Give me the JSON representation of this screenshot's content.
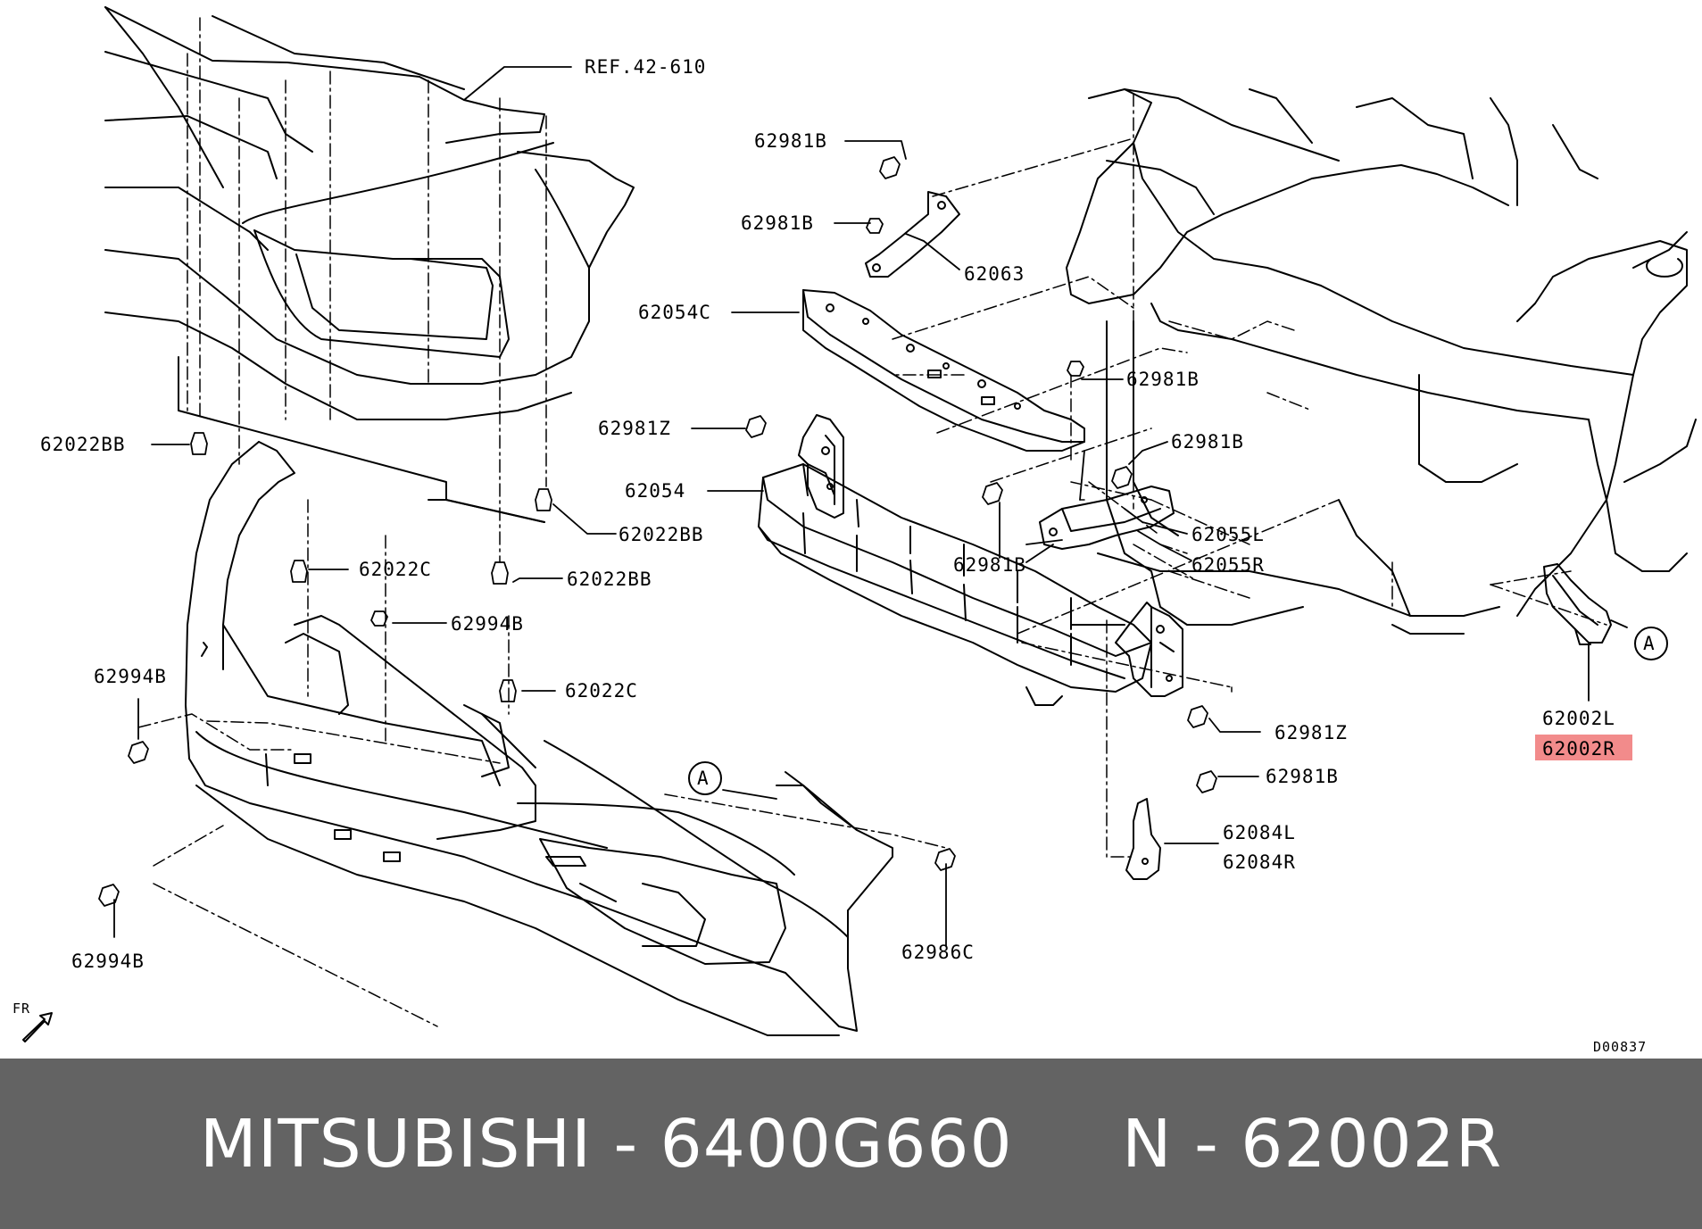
{
  "diagram": {
    "ref_label": "REF.42-610",
    "drawing_id": "D00837",
    "front_marker": "FR",
    "callout": "A",
    "parts": {
      "p62981B_1": "62981B",
      "p62981B_2": "62981B",
      "p62063": "62063",
      "p62054C": "62054C",
      "p62981B_3": "62981B",
      "p62981Z_1": "62981Z",
      "p62981B_4": "62981B",
      "p62022BB_1": "62022BB",
      "p62054": "62054",
      "p62022BB_2": "62022BB",
      "p62055L": "62055L",
      "p62981B_5": "62981B",
      "p62055R": "62055R",
      "p62022C_1": "62022C",
      "p62022BB_3": "62022BB",
      "p62994B_1": "62994B",
      "p62994B_2": "62994B",
      "p62022C_2": "62022C",
      "p62002L": "62002L",
      "p62002R": "62002R",
      "p62981Z_2": "62981Z",
      "p62981B_6": "62981B",
      "p62084L": "62084L",
      "p62084R": "62084R",
      "p62994B_3": "62994B",
      "p62986C": "62986C"
    },
    "highlight_color": "#f28b8b"
  },
  "footer": {
    "text": "MITSUBISHI - 6400G660     N - 62002R",
    "bg_color": "#636363",
    "text_color": "#ffffff"
  }
}
